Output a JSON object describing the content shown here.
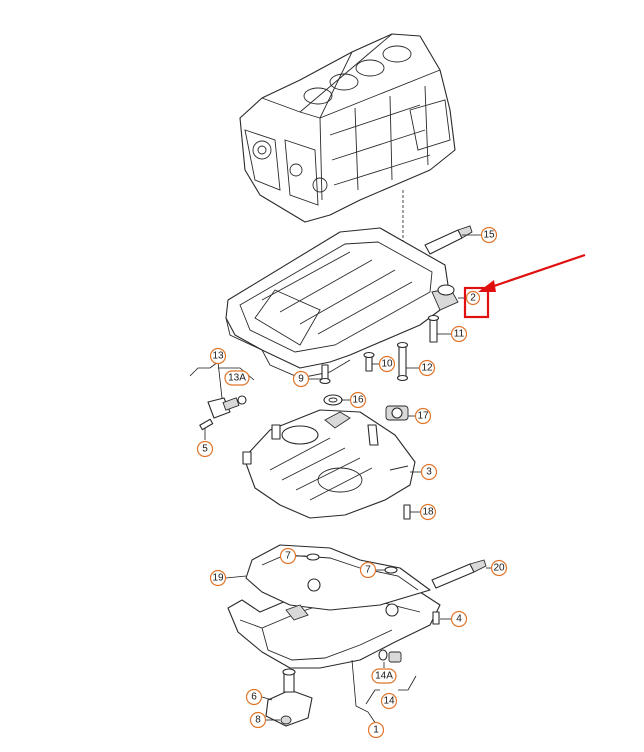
{
  "callouts": [
    {
      "id": "15",
      "label": "15"
    },
    {
      "id": "2",
      "label": "2"
    },
    {
      "id": "11",
      "label": "11"
    },
    {
      "id": "10",
      "label": "10"
    },
    {
      "id": "12",
      "label": "12"
    },
    {
      "id": "9",
      "label": "9"
    },
    {
      "id": "13",
      "label": "13"
    },
    {
      "id": "13A",
      "label": "13A"
    },
    {
      "id": "5",
      "label": "5"
    },
    {
      "id": "16",
      "label": "16"
    },
    {
      "id": "17",
      "label": "17"
    },
    {
      "id": "3",
      "label": "3"
    },
    {
      "id": "18",
      "label": "18"
    },
    {
      "id": "7a",
      "label": "7"
    },
    {
      "id": "7b",
      "label": "7"
    },
    {
      "id": "19",
      "label": "19"
    },
    {
      "id": "20",
      "label": "20"
    },
    {
      "id": "4",
      "label": "4"
    },
    {
      "id": "6",
      "label": "6"
    },
    {
      "id": "14A",
      "label": "14A"
    },
    {
      "id": "14",
      "label": "14"
    },
    {
      "id": "8",
      "label": "8"
    },
    {
      "id": "1",
      "label": "1"
    }
  ],
  "highlight": {
    "target": "2",
    "color": "#e01010"
  },
  "colors": {
    "callout_ring": "#e0762a",
    "highlight": "#e01010",
    "line": "#2a2a2a"
  }
}
